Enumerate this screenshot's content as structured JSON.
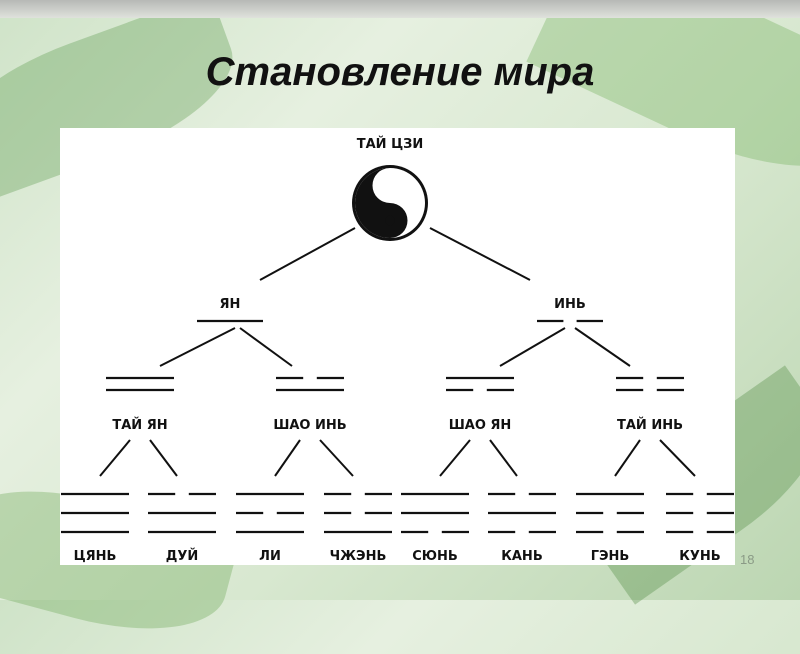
{
  "slide": {
    "title": "Становление мира",
    "number": "18"
  },
  "diagram": {
    "root": {
      "label": "ТАЙ ЦЗИ",
      "icon": "yin-yang-icon"
    },
    "level1": [
      {
        "label": "ЯН",
        "lines": [
          "solid"
        ]
      },
      {
        "label": "ИНЬ",
        "lines": [
          "broken"
        ]
      }
    ],
    "level2": [
      {
        "label": "ТАЙ ЯН",
        "lines": [
          "solid",
          "solid"
        ]
      },
      {
        "label": "ШАО ИНЬ",
        "lines": [
          "broken",
          "solid"
        ]
      },
      {
        "label": "ШАО ЯН",
        "lines": [
          "solid",
          "broken"
        ]
      },
      {
        "label": "ТАЙ ИНЬ",
        "lines": [
          "broken",
          "broken"
        ]
      }
    ],
    "level3": [
      {
        "label": "ЦЯНЬ",
        "lines": [
          "solid",
          "solid",
          "solid"
        ]
      },
      {
        "label": "ДУЙ",
        "lines": [
          "broken",
          "solid",
          "solid"
        ]
      },
      {
        "label": "ЛИ",
        "lines": [
          "solid",
          "broken",
          "solid"
        ]
      },
      {
        "label": "ЧЖЭНЬ",
        "lines": [
          "broken",
          "broken",
          "solid"
        ]
      },
      {
        "label": "СЮНЬ",
        "lines": [
          "solid",
          "solid",
          "broken"
        ]
      },
      {
        "label": "КАНЬ",
        "lines": [
          "broken",
          "solid",
          "broken"
        ]
      },
      {
        "label": "ГЭНЬ",
        "lines": [
          "solid",
          "broken",
          "broken"
        ]
      },
      {
        "label": "КУНЬ",
        "lines": [
          "broken",
          "broken",
          "broken"
        ]
      }
    ]
  }
}
